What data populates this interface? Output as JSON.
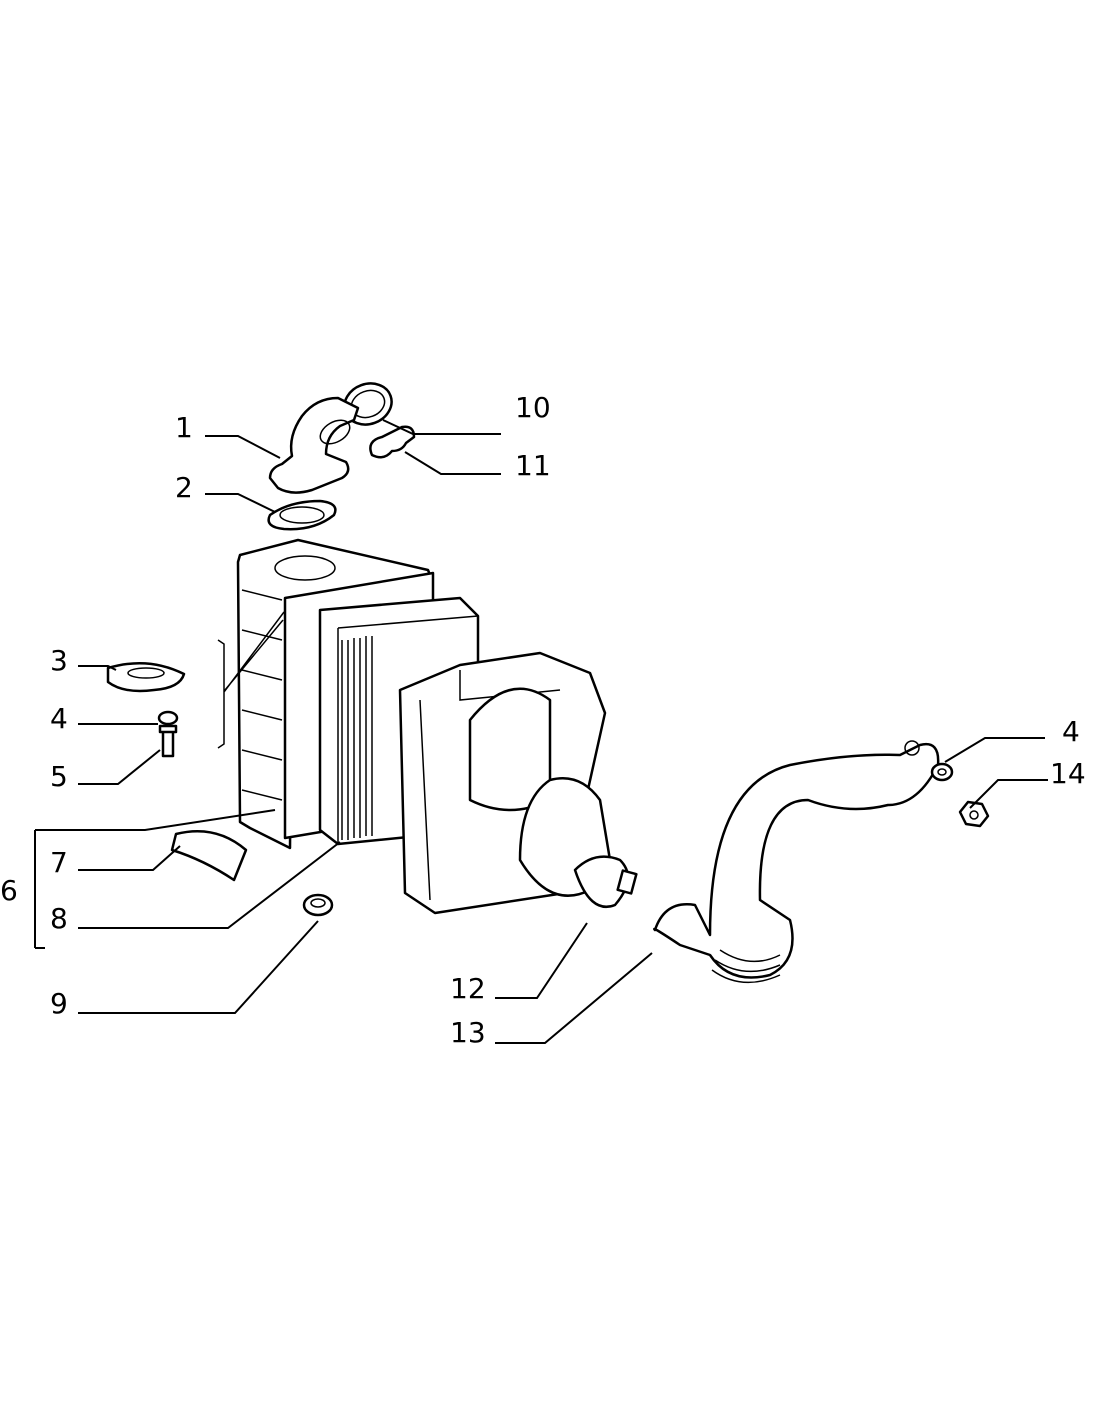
{
  "diagram": {
    "type": "exploded-parts-view",
    "callouts": [
      {
        "id": "c1",
        "label": "1"
      },
      {
        "id": "c2",
        "label": "2"
      },
      {
        "id": "c3",
        "label": "3"
      },
      {
        "id": "c4a",
        "label": "4"
      },
      {
        "id": "c5",
        "label": "5"
      },
      {
        "id": "c6",
        "label": "6"
      },
      {
        "id": "c7",
        "label": "7"
      },
      {
        "id": "c8",
        "label": "8"
      },
      {
        "id": "c9",
        "label": "9"
      },
      {
        "id": "c10",
        "label": "10"
      },
      {
        "id": "c11",
        "label": "11"
      },
      {
        "id": "c12",
        "label": "12"
      },
      {
        "id": "c13",
        "label": "13"
      },
      {
        "id": "c4b",
        "label": "4"
      },
      {
        "id": "c14",
        "label": "14"
      }
    ]
  }
}
